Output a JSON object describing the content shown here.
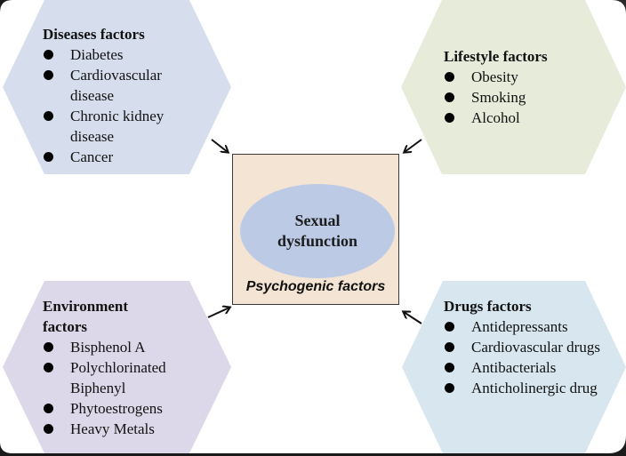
{
  "center": {
    "title": "Sexual dysfunction",
    "title_lines": [
      "Sexual",
      "dysfunction"
    ],
    "subtitle": "Psychogenic factors"
  },
  "factors": {
    "diseases": {
      "title": "Diseases factors",
      "color": "#d6deee",
      "items": [
        "Diabetes",
        "Cardiovascular disease",
        "Chronic kidney disease",
        "Cancer"
      ]
    },
    "lifestyle": {
      "title": "Lifestyle factors",
      "color": "#e7ecda",
      "items": [
        "Obesity",
        "Smoking",
        "Alcohol"
      ]
    },
    "environment": {
      "title": "Environment factors",
      "color": "#dcd8e9",
      "items": [
        "Bisphenol A",
        "Polychlorinated Biphenyl",
        "Phytoestrogens",
        "Heavy Metals"
      ]
    },
    "drugs": {
      "title": "Drugs factors",
      "color": "#d7e6ef",
      "items": [
        "Antidepressants",
        "Cardiovascular drugs",
        "Antibacterials",
        "Anticholinergic drug"
      ]
    }
  },
  "colors": {
    "center_box": "#f4e4d3",
    "center_ellipse": "#bccae6",
    "arrow": "#111111"
  },
  "arrows": [
    {
      "from": "diseases",
      "to": "center"
    },
    {
      "from": "lifestyle",
      "to": "center"
    },
    {
      "from": "environment",
      "to": "center"
    },
    {
      "from": "drugs",
      "to": "center"
    }
  ]
}
